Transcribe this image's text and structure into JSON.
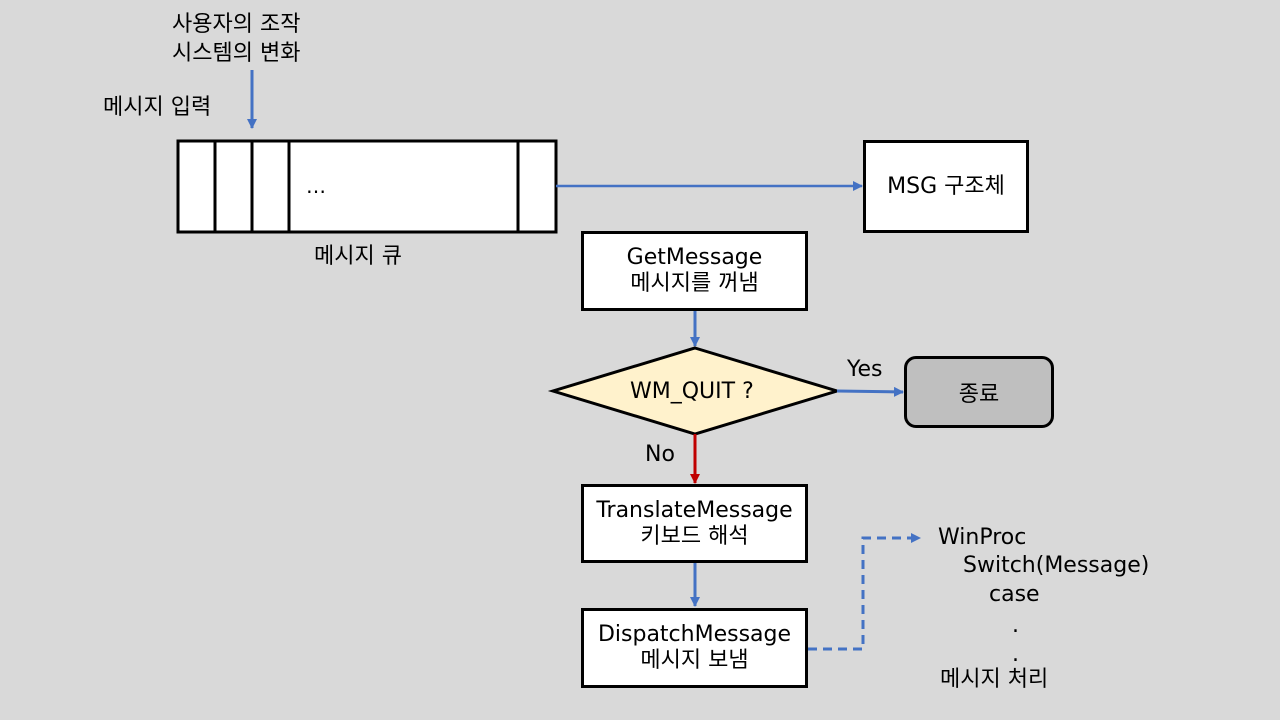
{
  "input": {
    "line1": "사용자의 조작",
    "line2": "시스템의 변화",
    "label": "메시지 입력"
  },
  "queue": {
    "ellipsis": "…",
    "label": "메시지 큐"
  },
  "msg_struct": {
    "label": "MSG 구조체"
  },
  "get_message": {
    "line1": "GetMessage",
    "line2": "메시지를 꺼냄"
  },
  "decision": {
    "label": "WM_QUIT ?",
    "yes": "Yes",
    "no": "No"
  },
  "end": {
    "label": "종료"
  },
  "translate": {
    "line1": "TranslateMessage",
    "line2": "키보드 해석"
  },
  "dispatch": {
    "line1": "DispatchMessage",
    "line2": "메시지 보냄"
  },
  "winproc": {
    "line1": "WinProc",
    "line2": "Switch(Message)",
    "line3": "case",
    "dot1": ".",
    "dot2": ".",
    "line4": "메시지 처리"
  },
  "colors": {
    "arrow_blue": "#4472c4",
    "arrow_red": "#c00000",
    "diamond_fill": "#fff2cc",
    "end_fill": "#bfbfbf",
    "background": "#d9d9d9"
  }
}
